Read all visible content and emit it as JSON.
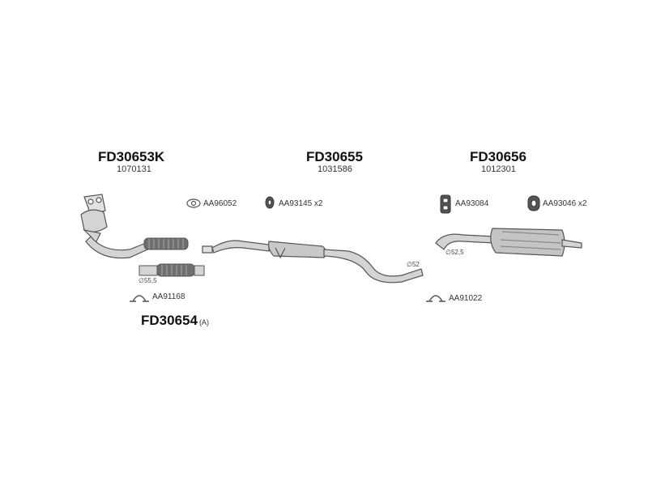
{
  "groups": [
    {
      "part": "FD30653K",
      "ref": "1070131"
    },
    {
      "part": "FD30655",
      "ref": "1031586"
    },
    {
      "part": "FD30656",
      "ref": "1012301"
    }
  ],
  "sub_part": {
    "part": "FD30654",
    "suffix": "(A)"
  },
  "accessories": {
    "gasket": "AA96052",
    "hanger_left": "AA93145 x2",
    "hanger_right1": "AA93084",
    "hanger_right2": "AA93046 x2",
    "clamp_left": "AA91168",
    "clamp_right": "AA91022"
  },
  "diameters": {
    "d1": "∅55,5",
    "d2": "∅52",
    "d3": "∅52,5"
  },
  "colors": {
    "stroke": "#555555",
    "fill": "#d4d4d4",
    "dark": "#777777"
  }
}
